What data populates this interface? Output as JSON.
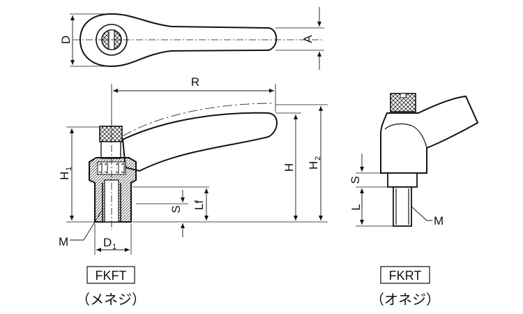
{
  "top_view": {
    "dim_diameter": "D",
    "dim_a": "A"
  },
  "fkft": {
    "dim_r": "R",
    "dim_h": "H",
    "dim_h2": {
      "main": "H",
      "sub": "2"
    },
    "dim_h1": {
      "main": "H",
      "sub": "1"
    },
    "dim_s": "S",
    "dim_lf": "Lf",
    "dim_m": "M",
    "dim_d1": {
      "main": "D",
      "sub": "1"
    },
    "label": "FKFT",
    "caption": "（メネジ）"
  },
  "fkrt": {
    "dim_s": "S",
    "dim_l": "L",
    "dim_m": "M",
    "label": "FKRT",
    "caption": "（オネジ）"
  }
}
